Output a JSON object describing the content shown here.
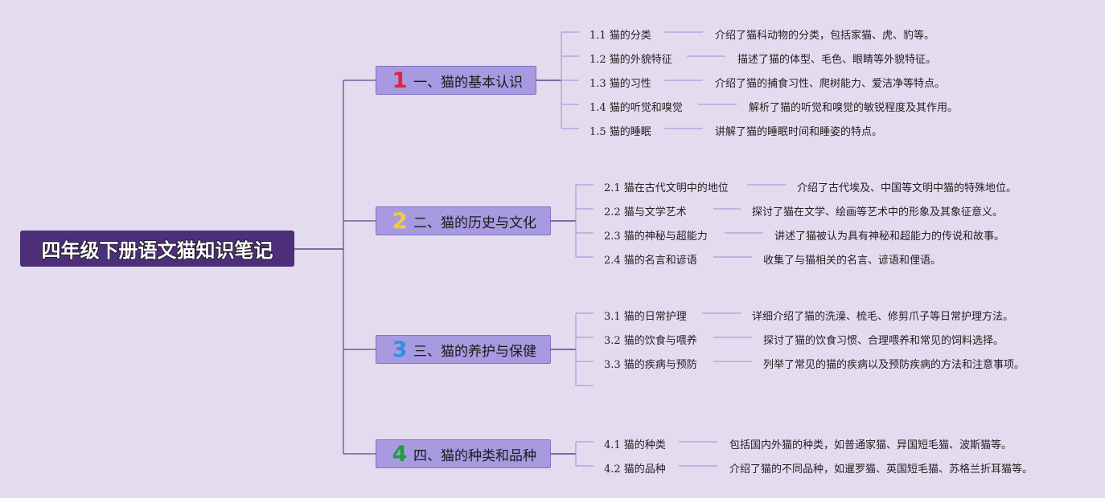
{
  "root": {
    "title": "四年级下册语文猫知识笔记"
  },
  "branches": [
    {
      "num": "1",
      "label": "一、猫的基本认识",
      "num_color": "#e0243b",
      "items": [
        {
          "title": "1.1 猫的分类",
          "desc": "介绍了猫科动物的分类，包括家猫、虎、豹等。"
        },
        {
          "title": "1.2 猫的外貌特征",
          "desc": "描述了猫的体型、毛色、眼睛等外貌特征。"
        },
        {
          "title": "1.3 猫的习性",
          "desc": "介绍了猫的捕食习性、爬树能力、爱洁净等特点。"
        },
        {
          "title": "1.4 猫的听觉和嗅觉",
          "desc": "解析了猫的听觉和嗅觉的敏锐程度及其作用。"
        },
        {
          "title": "1.5 猫的睡眠",
          "desc": "讲解了猫的睡眠时间和睡姿的特点。"
        }
      ]
    },
    {
      "num": "2",
      "label": "二、猫的历史与文化",
      "num_color": "#f3cc3a",
      "items": [
        {
          "title": "2.1 猫在古代文明中的地位",
          "desc": "介绍了古代埃及、中国等文明中猫的特殊地位。"
        },
        {
          "title": "2.2 猫与文学艺术",
          "desc": "探讨了猫在文学、绘画等艺术中的形象及其象征意义。"
        },
        {
          "title": "2.3 猫的神秘与超能力",
          "desc": "讲述了猫被认为具有神秘和超能力的传说和故事。"
        },
        {
          "title": "2.4 猫的名言和谚语",
          "desc": "收集了与猫相关的名言、谚语和俚语。"
        }
      ]
    },
    {
      "num": "3",
      "label": "三、猫的养护与保健",
      "num_color": "#2f8fe6",
      "items": [
        {
          "title": "3.1 猫的日常护理",
          "desc": "详细介绍了猫的洗澡、梳毛、修剪爪子等日常护理方法。"
        },
        {
          "title": "3.2 猫的饮食与喂养",
          "desc": "探讨了猫的饮食习惯、合理喂养和常见的饲料选择。"
        },
        {
          "title": "3.3 猫的疾病与预防",
          "desc": "列举了常见的猫的疾病以及预防疾病的方法和注意事项。"
        }
      ]
    },
    {
      "num": "4",
      "label": "四、猫的种类和品种",
      "num_color": "#1e9e3a",
      "items": [
        {
          "title": "4.1 猫的种类",
          "desc": "包括国内外猫的种类，如普通家猫、异国短毛猫、波斯猫等。"
        },
        {
          "title": "4.2 猫的品种",
          "desc": "介绍了猫的不同品种，如暹罗猫、英国短毛猫、苏格兰折耳猫等。"
        }
      ]
    }
  ],
  "colors": {
    "background": "#e3dcef",
    "root_fill": "#4c2f78",
    "branch_fill": "#a89ae0",
    "connector": "#5a4590",
    "leaf_connector": "#9a90d0"
  }
}
